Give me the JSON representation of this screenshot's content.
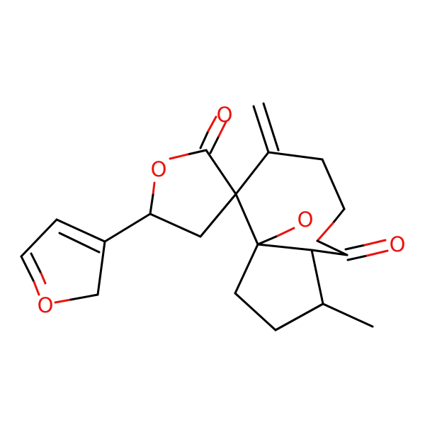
{
  "colors": {
    "background": "#ffffff",
    "carbon_bond": "#000000",
    "oxygen": "#e8140e"
  },
  "atoms": [
    {
      "id": "o_carbonyl_lactone",
      "label": "O"
    },
    {
      "id": "o_ring_lactone",
      "label": "O"
    },
    {
      "id": "o_furan",
      "label": "O"
    },
    {
      "id": "o_bridge",
      "label": "O"
    },
    {
      "id": "o_carbonyl_bridge",
      "label": "O"
    }
  ]
}
